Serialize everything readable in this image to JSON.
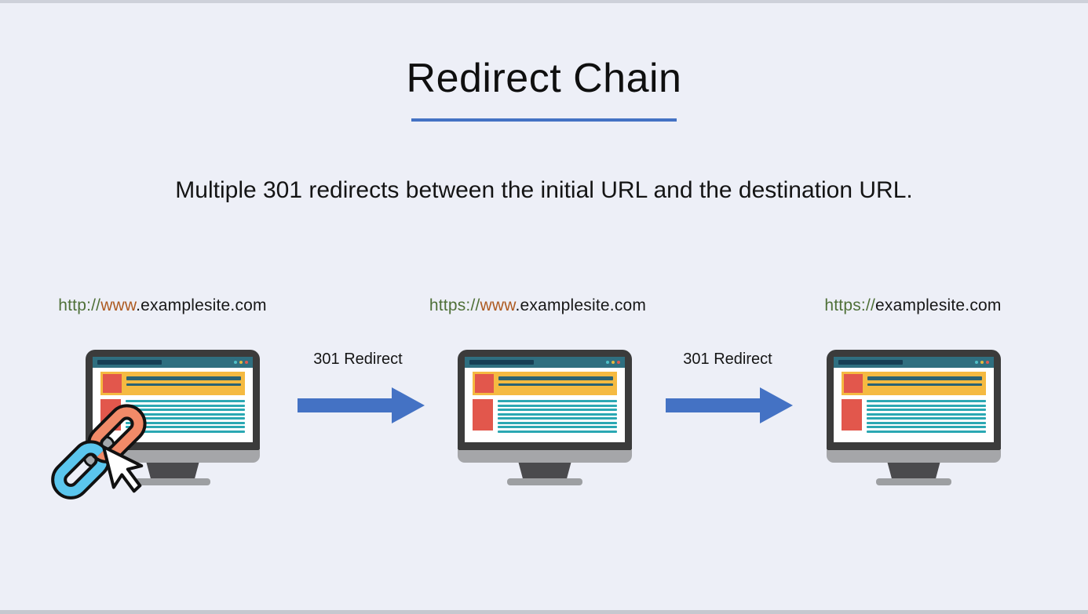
{
  "title": "Redirect Chain",
  "subtitle": "Multiple 301 redirects between the initial URL and the destination URL.",
  "steps": [
    {
      "scheme": "http://",
      "www": "www",
      "domain": ".examplesite.com"
    },
    {
      "scheme": "https://",
      "www": "www",
      "domain": ".examplesite.com"
    },
    {
      "scheme": "https://",
      "www": "",
      "domain": "examplesite.com"
    }
  ],
  "arrows": [
    {
      "label": "301 Redirect"
    },
    {
      "label": "301 Redirect"
    }
  ],
  "icons": {
    "chain_link": "chain-link-icon",
    "cursor": "mouse-cursor-icon",
    "window_dots": [
      "cyan",
      "yellow",
      "red"
    ]
  },
  "colors": {
    "background": "#edeff7",
    "accent_blue": "#4472c4",
    "url_scheme_green": "#4f7038",
    "url_www_orange": "#ad5a21",
    "url_domain_dark": "#171717",
    "monitor_frame": "#3b3b3b",
    "browser_bar_teal": "#2f6f80",
    "banner_yellow": "#f5ba41",
    "placeholder_red": "#e2574c",
    "text_line_teal": "#2ba8b3",
    "chain_orange": "#f18a68",
    "chain_blue": "#5bc6ee"
  }
}
